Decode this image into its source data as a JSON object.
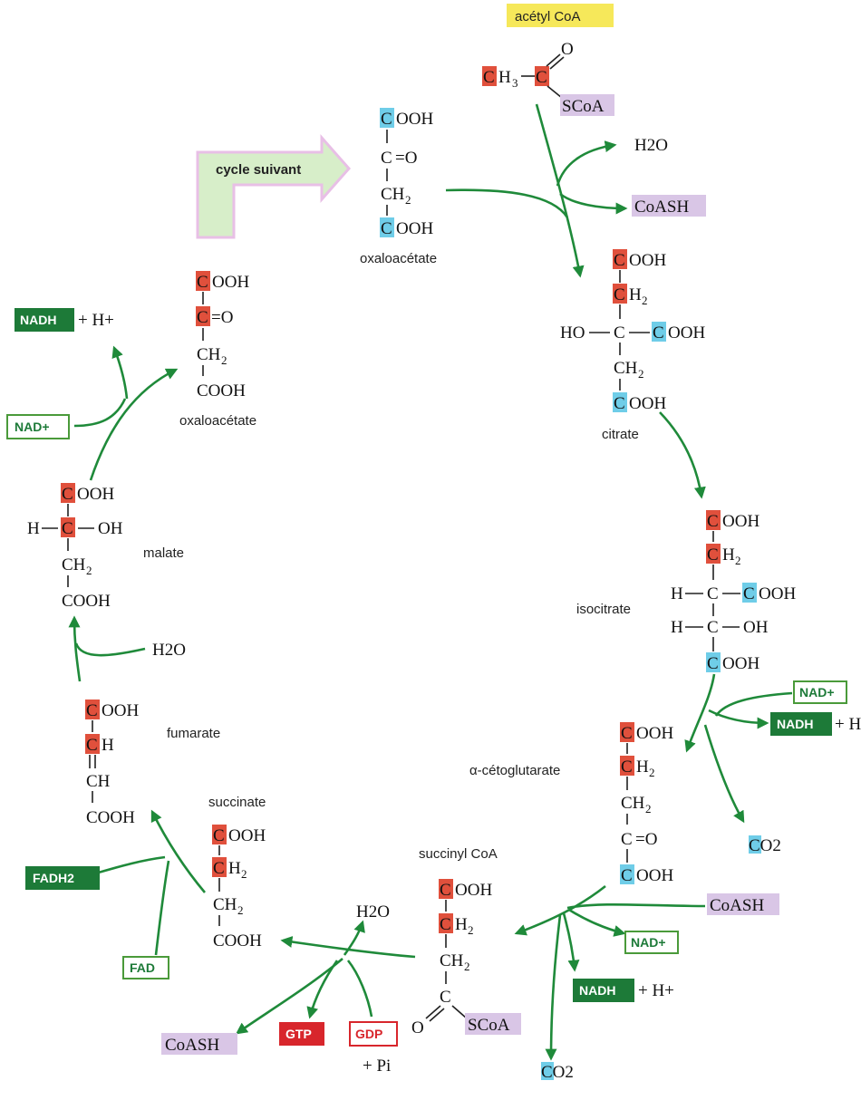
{
  "colors": {
    "arrow": "#1f8a3a",
    "carbon_from_acetyl": "#e0503c",
    "carbon_from_oxaloacetate": "#6fcde8",
    "nadh_box": "#1d7a38",
    "nad_border": "#4a9a3a",
    "acetyl_highlight": "#f6e85a",
    "coash_highlight": "#d9c6e6",
    "gtp_box": "#d8262c"
  },
  "labels": {
    "acetyl_coa": "acétyl CoA",
    "cycle_suivant": "cycle suivant",
    "oxaloacetate_top": "oxaloacétate",
    "oxaloacetate_left": "oxaloacétate",
    "citrate": "citrate",
    "isocitrate": "isocitrate",
    "alpha_ketoglutarate": "α-cétoglutarate",
    "succinyl_coa": "succinyl CoA",
    "succinate": "succinate",
    "fumarate": "fumarate",
    "malate": "malate"
  },
  "formula": {
    "C": "C",
    "COOH": "COOH",
    "OOH": "OOH",
    "C_eq": "C",
    "eqO": "=O",
    "CH2": "CH",
    "two": "2",
    "H3": "H",
    "three": "3",
    "O": "O",
    "SCoA": "SCoA",
    "HO": "HO",
    "H": "H",
    "OH": "OH",
    "CH": "CH",
    "dbl": "="
  },
  "reagents": {
    "h2o_top": "H2O",
    "coash_top": "CoASH",
    "nad_isocitrate": "NAD+",
    "nadh_isocitrate": "NADH",
    "h_isocitrate": "+ H",
    "co2_isocitrate": "CO2",
    "coash_akg": "CoASH",
    "nad_akg": "NAD+",
    "nadh_akg": "NADH",
    "h_akg": "+ H+",
    "co2_akg": "CO2",
    "h2o_succinyl": "H2O",
    "coash_succinyl": "CoASH",
    "gtp": "GTP",
    "gdp": "GDP",
    "pi": "+ Pi",
    "fadh2": "FADH2",
    "fad": "FAD",
    "h2o_fumarate": "H2O",
    "nad_malate": "NAD+",
    "nadh_malate": "NADH",
    "h_malate": "+ H+"
  }
}
